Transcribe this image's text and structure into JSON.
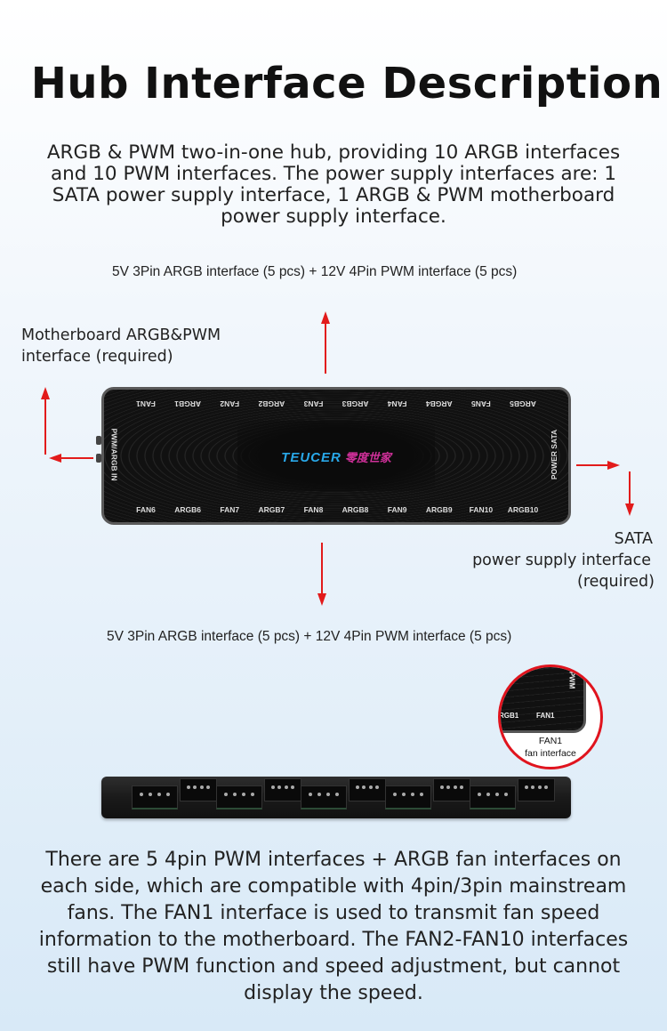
{
  "title": "Hub Interface Description",
  "intro": "ARGB & PWM two-in-one hub, providing 10 ARGB interfaces and 10 PWM interfaces. The power supply interfaces are: 1 SATA power supply interface, 1 ARGB & PWM motherboard power supply interface.",
  "top_label": "5V 3Pin ARGB interface (5 pcs) + 12V 4Pin PWM interface (5 pcs)",
  "bottom_label": "5V 3Pin ARGB interface (5 pcs) + 12V 4Pin PWM interface (5 pcs)",
  "left_label": {
    "line1": "Motherboard ARGB&PWM",
    "line2": "interface (required)"
  },
  "right_label": {
    "line1": "SATA",
    "line2": "power supply interface",
    "line3": "(required)"
  },
  "hub": {
    "top_ports": [
      "FAN1",
      "ARGB1",
      "FAN2",
      "ARGB2",
      "FAN3",
      "ARGB3",
      "FAN4",
      "ARGB4",
      "FAN5",
      "ARGB5"
    ],
    "bottom_ports": [
      "FAN6",
      "ARGB6",
      "FAN7",
      "ARGB7",
      "FAN8",
      "ARGB8",
      "FAN9",
      "ARGB9",
      "FAN10",
      "ARGB10"
    ],
    "left_side": "PWM/ARGB IN",
    "right_side": "POWER SATA",
    "logo_en": "TEUCER",
    "logo_cn": "零度世家"
  },
  "callout": {
    "port1": "RGB1",
    "port2": "FAN1",
    "side": "PWM",
    "caption1": "FAN1",
    "caption2": "fan interface"
  },
  "outro": "There are 5 4pin PWM interfaces + ARGB fan interfaces on each side, which are compatible with 4pin/3pin mainstream fans. The FAN1 interface is used to transmit fan speed information to the motherboard. The FAN2-FAN10 interfaces still have PWM function and speed adjustment, but cannot display the speed.",
  "colors": {
    "arrow": "#e21b1b",
    "callout_ring": "#e0141e",
    "logo_en": "#29a8e8",
    "logo_cn": "#d0309a"
  }
}
